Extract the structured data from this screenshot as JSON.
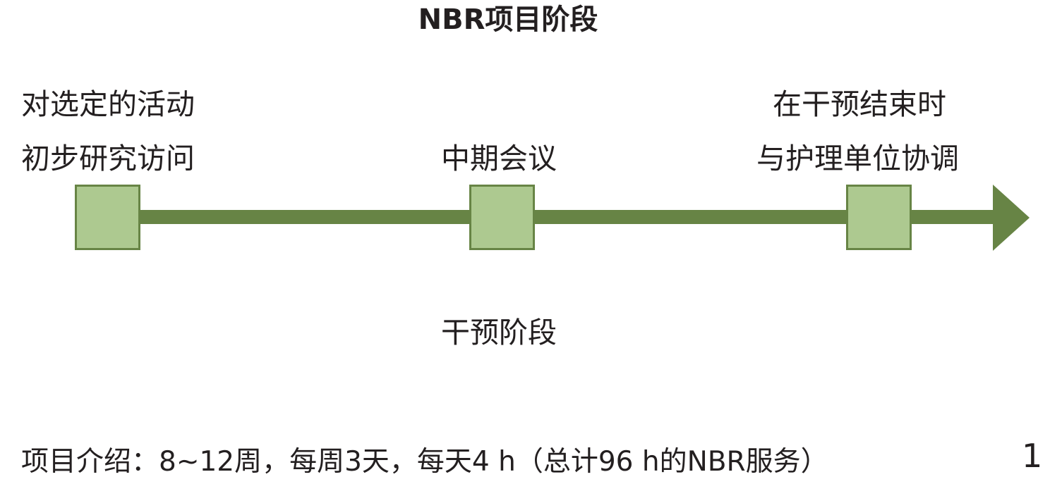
{
  "title": "NBR项目阶段",
  "milestones": [
    {
      "lines": [
        "对选定的活动",
        "初步研究访问"
      ]
    },
    {
      "lines": [
        "中期会议"
      ]
    },
    {
      "lines": [
        "在干预结束时",
        "与护理单位协调"
      ]
    }
  ],
  "phase_label": "干预阶段",
  "footer": "项目介绍：8~12周，每周3天，每天4 h（总计96 h的NBR服务）",
  "page_number": "1",
  "colors": {
    "box_fill": "#adc990",
    "line": "#678445"
  }
}
